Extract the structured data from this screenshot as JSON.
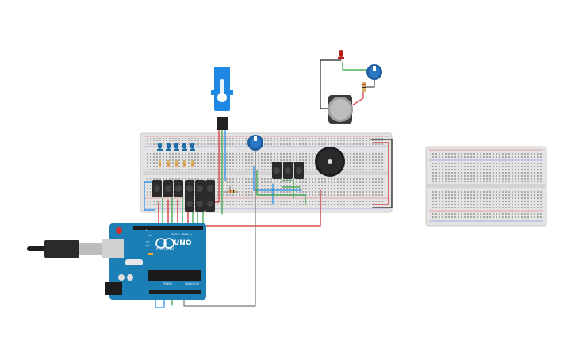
{
  "board": {
    "model_label": "UNO",
    "brand_label": "ARDUINO",
    "digital_label": "DIGITAL (PWM ~)",
    "power_label": "POWER",
    "analog_label": "ANALOG IN",
    "on_label": "ON",
    "l_label": "L",
    "tx_label": "TX",
    "rx_label": "RX"
  },
  "colors": {
    "arduino_blue": "#1b7fb6",
    "breadboard": "#e2e2e2",
    "wire_red": "#d32f2f",
    "wire_green": "#2e9e3e",
    "wire_blue": "#1e88e5",
    "wire_black": "#222222",
    "wire_gray": "#777777"
  },
  "components": {
    "servo": "servo-motor-icon",
    "leds": "led-icon",
    "buttons": "pushbutton-icon",
    "potentiometer": "potentiometer-icon",
    "buzzer": "piezo-buzzer-icon",
    "battery": "coin-battery-icon",
    "usb": "usb-cable-icon"
  }
}
